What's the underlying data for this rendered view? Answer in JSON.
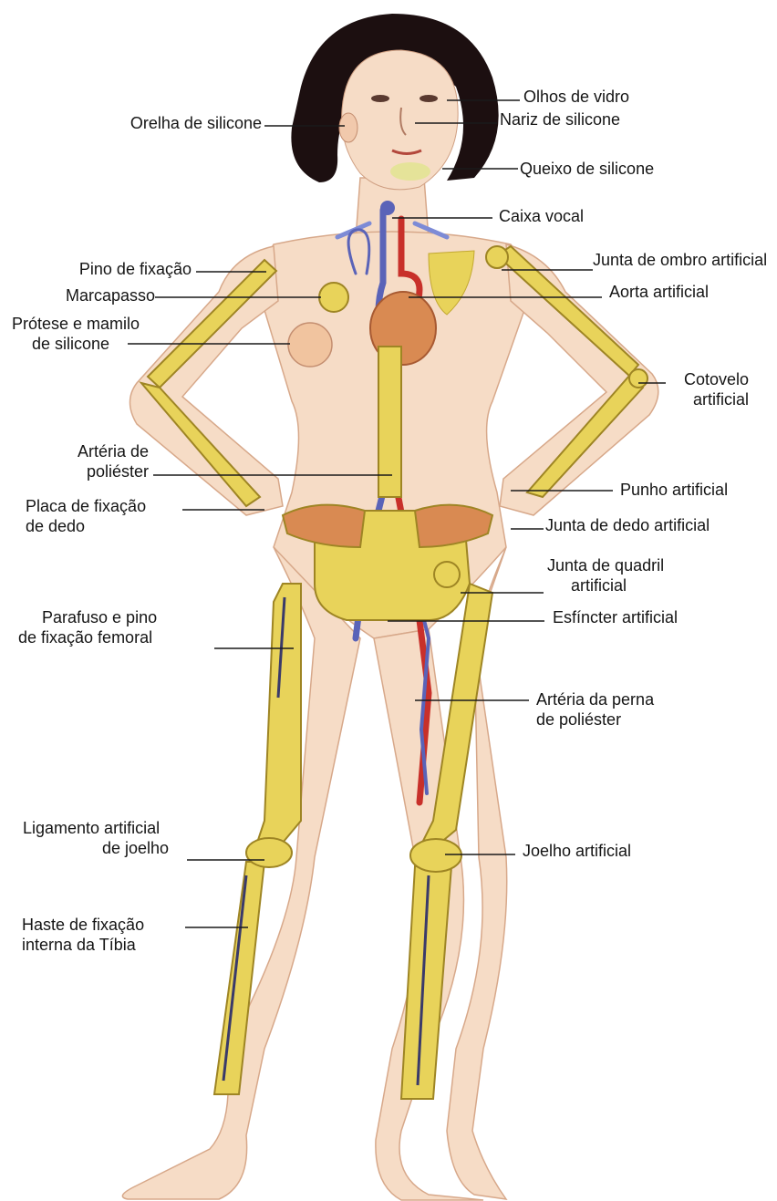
{
  "labels": {
    "orelha": [
      "Orelha de silicone"
    ],
    "olhos": [
      "Olhos de vidro"
    ],
    "nariz": [
      "Nariz de silicone"
    ],
    "queixo": [
      "Queixo de silicone"
    ],
    "caixa": [
      "Caixa vocal"
    ],
    "pino": [
      "Pino de fixação"
    ],
    "marcapasso": [
      "Marcapasso"
    ],
    "protese": [
      "Prótese e mamilo",
      "de silicone"
    ],
    "ombro": [
      "Junta de ombro artificial"
    ],
    "aorta": [
      "Aorta artificial"
    ],
    "cotovelo": [
      "Cotovelo",
      "artificial"
    ],
    "arteria_poliester": [
      "Artéria de",
      "poliéster"
    ],
    "placa": [
      "Placa de fixação",
      "de dedo"
    ],
    "punho": [
      "Punho artificial"
    ],
    "junta_dedo": [
      "Junta de dedo artificial"
    ],
    "quadril": [
      "Junta de quadril",
      "artificial"
    ],
    "esfincter": [
      "Esfíncter artificial"
    ],
    "parafuso": [
      "Parafuso e pino",
      "de fixação femoral"
    ],
    "arteria_perna": [
      "Artéria da perna",
      "de poliéster"
    ],
    "ligamento": [
      "Ligamento artificial",
      "de joelho"
    ],
    "joelho": [
      "Joelho artificial"
    ],
    "haste": [
      "Haste de fixação",
      "interna da Tíbia"
    ]
  },
  "colors": {
    "skin": "#f6dcc6",
    "skin_shade": "#e9bfa0",
    "hair": "#1c0f10",
    "bone": "#e8d35a",
    "bone_shade": "#c2a830",
    "artery": "#c8302a",
    "vein": "#5a63b8",
    "pelvis_muscle": "#d98a52",
    "leader_line": "#1a1a1a",
    "text": "#151515"
  }
}
